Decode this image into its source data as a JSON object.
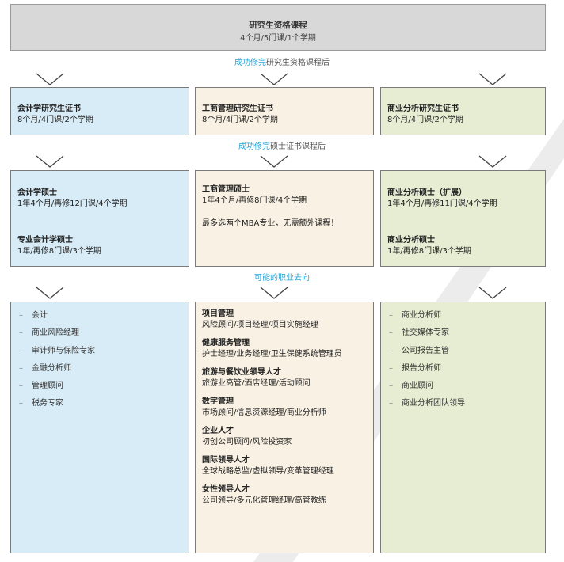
{
  "top": {
    "title": "研究生资格课程",
    "subtitle": "4个月/5门课/1个学期"
  },
  "transitions": [
    {
      "highlight": "成功修完",
      "rest": "研究生资格课程后"
    },
    {
      "highlight": "成功修完",
      "rest": "硕士证书课程后"
    },
    {
      "highlight": "可能的职业去向",
      "rest": ""
    }
  ],
  "certificates": [
    {
      "title": "会计学研究生证书",
      "detail": "8个月/4门课/2个学期"
    },
    {
      "title": "工商管理研究生证书",
      "detail": "8个月/4门课/2个学期"
    },
    {
      "title": "商业分析研究生证书",
      "detail": "8个月/4门课/2个学期"
    }
  ],
  "masters": {
    "accounting": [
      {
        "title": "会计学硕士",
        "detail": "1年4个月/再修12门课/4个学期"
      },
      {
        "title": "专业会计学硕士",
        "detail": "1年/再修8门课/3个学期"
      }
    ],
    "business": {
      "title": "工商管理硕士",
      "detail": "1年4个月/再修8门课/4个学期",
      "note": "最多选两个MBA专业，无需额外课程！"
    },
    "analytics": [
      {
        "title": "商业分析硕士（扩展）",
        "detail": "1年4个月/再修11门课/4个学期"
      },
      {
        "title": "商业分析硕士",
        "detail": "1年/再修8门课/3个学期"
      }
    ]
  },
  "careers": {
    "accounting": [
      "会计",
      "商业风险经理",
      "审计师与保险专家",
      "金融分析师",
      "管理顾问",
      "税务专家"
    ],
    "business": [
      {
        "title": "项目管理",
        "detail": "风险顾问/项目经理/项目实施经理"
      },
      {
        "title": "健康服务管理",
        "detail": "护士经理/业务经理/卫生保健系统管理员"
      },
      {
        "title": "旅游与餐饮业领导人才",
        "detail": "旅游业高管/酒店经理/活动顾问"
      },
      {
        "title": "数字管理",
        "detail": "市场顾问/信息资源经理/商业分析师"
      },
      {
        "title": "企业人才",
        "detail": "初创公司顾问/风险投资家"
      },
      {
        "title": "国际领导人才",
        "detail": "全球战略总监/虚拟领导/变革管理经理"
      },
      {
        "title": "女性领导人才",
        "detail": "公司领导/多元化管理经理/高管教练"
      }
    ],
    "analytics": [
      "商业分析师",
      "社交媒体专家",
      "公司报告主管",
      "报告分析师",
      "商业顾问",
      "商业分析团队领导"
    ]
  },
  "bullet_marker": "–",
  "colors": {
    "accent": "#29a3d6",
    "blue_box": "#d8ecf7",
    "beige_box": "#f9f1e3",
    "green_box": "#e7edd3",
    "grey_box": "#d8d8d8"
  }
}
